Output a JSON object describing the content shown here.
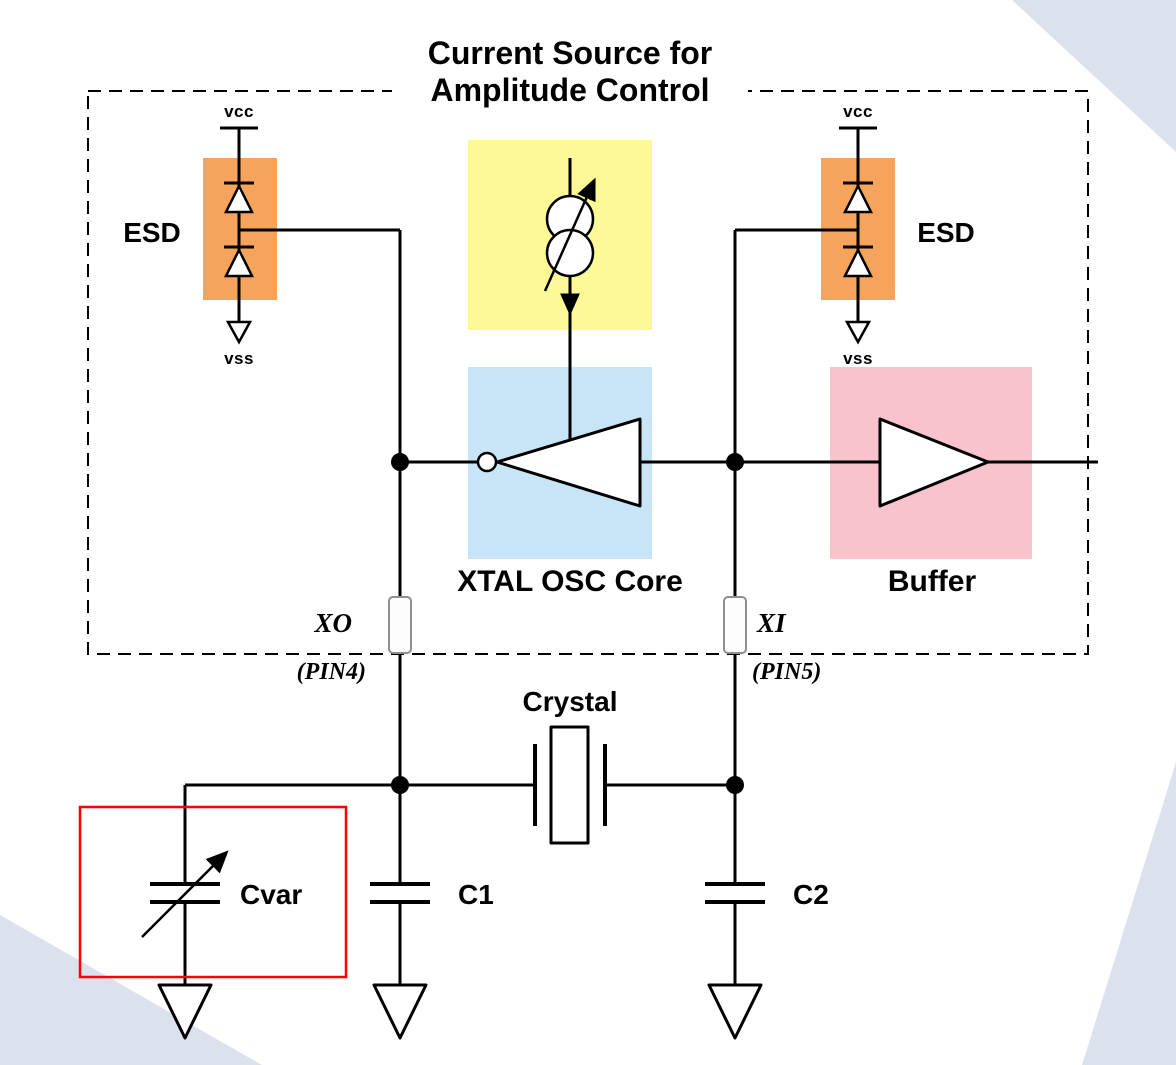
{
  "diagram": {
    "title": {
      "line1": "Current Source for",
      "line2": "Amplitude Control"
    },
    "blocks": {
      "esd_left_label": "ESD",
      "esd_right_label": "ESD",
      "osc_core_label": "XTAL OSC Core",
      "buffer_label": "Buffer"
    },
    "rails": {
      "vcc_left": "vcc",
      "vss_left": "vss",
      "vcc_right": "vcc",
      "vss_right": "vss"
    },
    "pins": {
      "xo_name": "XO",
      "xo_number": "(PIN4)",
      "xi_name": "XI",
      "xi_number": "(PIN5)"
    },
    "components": {
      "crystal_label": "Crystal",
      "c1_label": "C1",
      "c2_label": "C2",
      "cvar_label": "Cvar"
    },
    "colors": {
      "esd_fill": "#F6A45C",
      "current_source_fill": "#FDF996",
      "osc_core_fill": "#C7E5F7",
      "buffer_fill": "#F9C3CD",
      "cvar_box_stroke": "#FF0000",
      "watermark_fill": "#DCE2ED",
      "wire": "#000000"
    }
  }
}
